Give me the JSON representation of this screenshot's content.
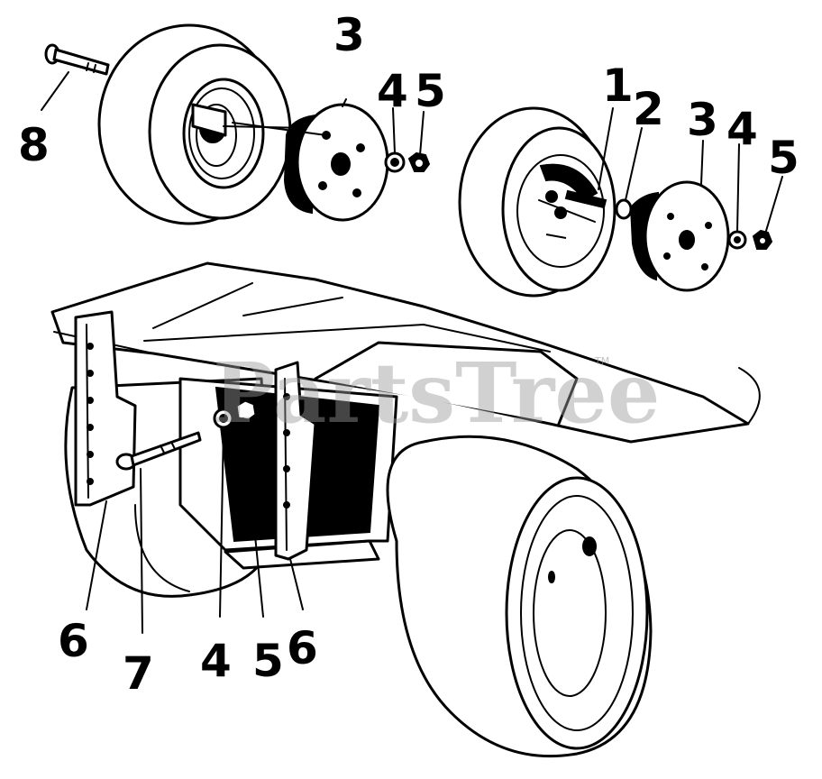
{
  "watermark": {
    "text": "PartsTree",
    "trademark": "TM"
  },
  "callouts": [
    {
      "id": "top-left-8",
      "label": "8"
    },
    {
      "id": "top-left-3",
      "label": "3"
    },
    {
      "id": "top-left-4",
      "label": "4"
    },
    {
      "id": "top-left-5",
      "label": "5"
    },
    {
      "id": "top-right-1",
      "label": "1"
    },
    {
      "id": "top-right-2",
      "label": "2"
    },
    {
      "id": "top-right-3",
      "label": "3"
    },
    {
      "id": "top-right-4",
      "label": "4"
    },
    {
      "id": "top-right-5",
      "label": "5"
    },
    {
      "id": "bottom-6a",
      "label": "6"
    },
    {
      "id": "bottom-7",
      "label": "7"
    },
    {
      "id": "bottom-4",
      "label": "4"
    },
    {
      "id": "bottom-5",
      "label": "5"
    },
    {
      "id": "bottom-6b",
      "label": "6"
    }
  ],
  "colors": {
    "ink": "#000000",
    "paper": "#ffffff",
    "watermark": "#9a9a9a"
  }
}
